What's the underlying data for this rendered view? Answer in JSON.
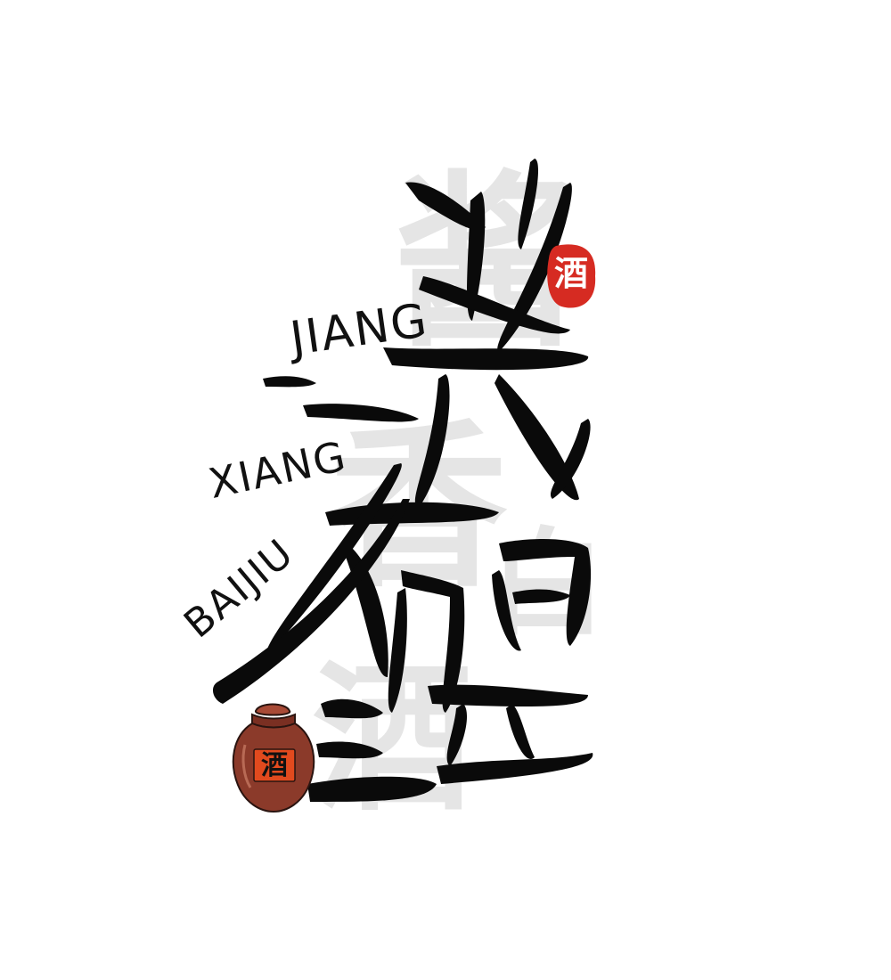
{
  "calligraphy": {
    "char_1": "酱",
    "char_2": "香",
    "char_3": "白",
    "char_4": "酒"
  },
  "romanization": {
    "line_1": "JIANG",
    "line_2": "XIANG",
    "line_3": "BAIJIU"
  },
  "seal": {
    "text": "酒",
    "color": "#d62b22"
  },
  "jar": {
    "label": "酒",
    "body_color": "#8b3a2a",
    "label_color": "#e24a1e"
  }
}
